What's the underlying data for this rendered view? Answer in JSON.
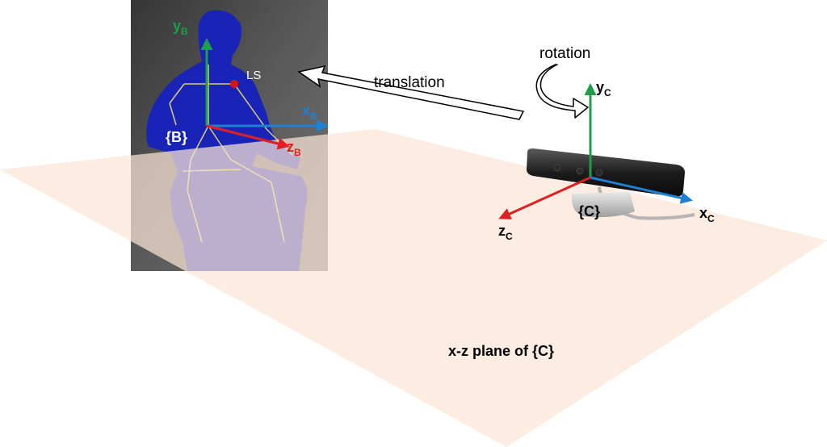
{
  "colors": {
    "plane": "#fbe5d6",
    "axis_y": "#1f9e4a",
    "axis_x": "#1f7fd1",
    "axis_z": "#e02020",
    "body_blue": "#1a23b8",
    "skeleton": "#d8d26a",
    "joint": "#e01010",
    "depth_bg": "#555555"
  },
  "body_frame": {
    "frame_label": "{B}",
    "y": {
      "base": "y",
      "sub": "B"
    },
    "x": {
      "base": "x",
      "sub": "B"
    },
    "z": {
      "base": "z",
      "sub": "B"
    },
    "joint_label": "LS"
  },
  "camera_frame": {
    "frame_label": "{C}",
    "y": {
      "base": "y",
      "sub": "C"
    },
    "x": {
      "base": "x",
      "sub": "C"
    },
    "z": {
      "base": "z",
      "sub": "C"
    }
  },
  "rotation_label": "rotation",
  "translation_label": "translation",
  "plane_label": "x-z plane of {C}"
}
